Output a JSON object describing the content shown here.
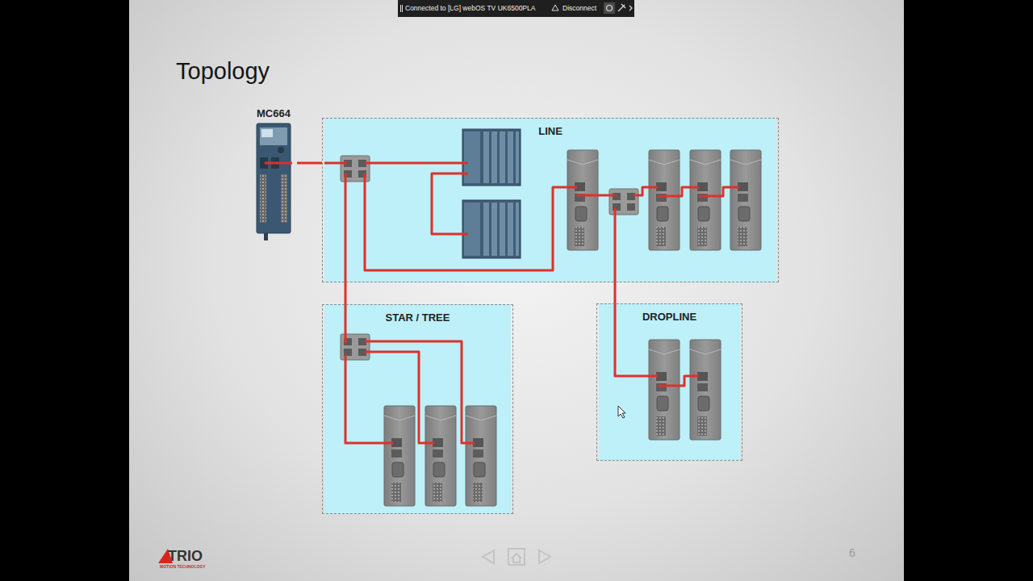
{
  "diagram": {
    "title": "Topology",
    "nodes": [
      {
        "text": [
          "MC664"
        ]
      },
      {
        "text": [
          "LINE"
        ]
      },
      {
        "text": [
          "STAR / TREE"
        ]
      },
      {
        "text": [
          "DROPLINE"
        ]
      }
    ],
    "edges": [
      {
        "from": 0,
        "to": 1,
        "arrow": "none"
      },
      {
        "from": 1,
        "to": 2,
        "arrow": "none"
      },
      {
        "from": 1,
        "to": 3,
        "arrow": "none"
      }
    ],
    "labels": [
      "Connected to [LG] webOS TV UK6500PLA",
      "Disconnect",
      "6",
      "TRIO",
      "MOTION TECHNOLOGY"
    ]
  }
}
